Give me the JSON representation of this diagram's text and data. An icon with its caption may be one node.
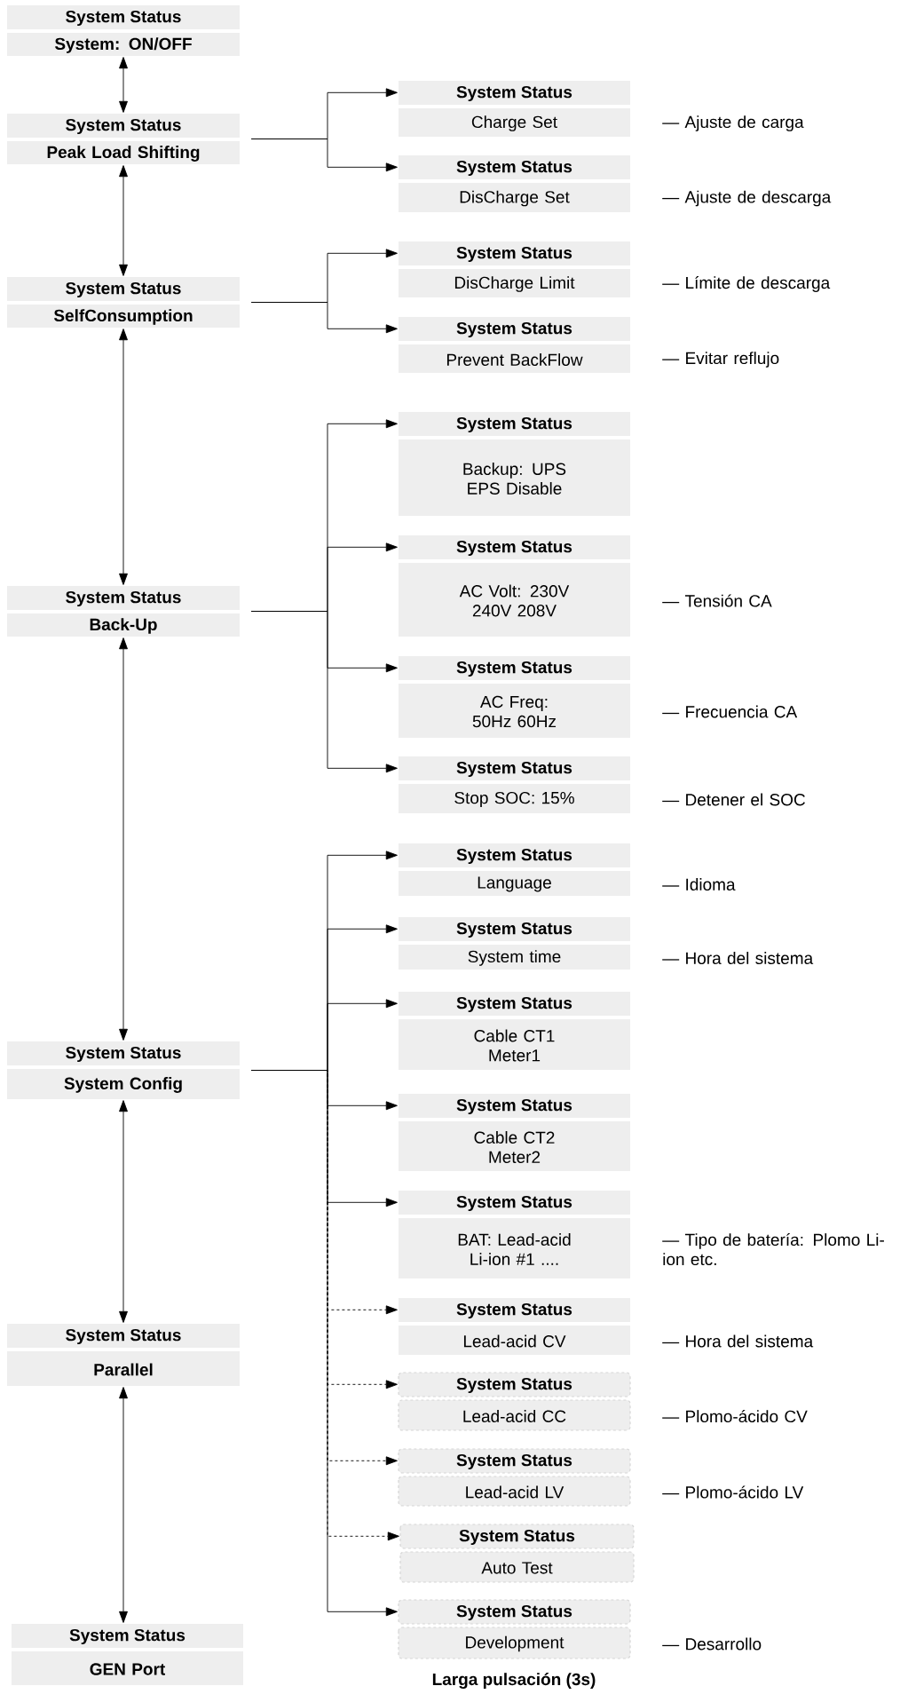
{
  "diagram": {
    "nodes": [
      {
        "text": [
          "System Status",
          "System: ON/OFF"
        ]
      },
      {
        "text": [
          "System Status",
          "Peak Load Shifting"
        ]
      },
      {
        "text": [
          "System Status",
          "SelfConsumption"
        ]
      },
      {
        "text": [
          "System Status",
          "Back-Up"
        ]
      },
      {
        "text": [
          "System Status",
          "System Config"
        ]
      },
      {
        "text": [
          "System Status",
          "Parallel"
        ]
      },
      {
        "text": [
          "System Status",
          "GEN Port"
        ]
      },
      {
        "text": [
          "System Status",
          "Charge Set"
        ],
        "beside": [
          "— Ajuste de carga"
        ]
      },
      {
        "text": [
          "System Status",
          "DisCharge Set"
        ],
        "beside": [
          "— Ajuste de descarga"
        ]
      },
      {
        "text": [
          "System Status",
          "DisCharge Limit"
        ],
        "beside": [
          "— Límite de descarga"
        ]
      },
      {
        "text": [
          "System Status",
          "Prevent BackFlow"
        ],
        "beside": [
          "— Evitar reflujo"
        ]
      },
      {
        "text": [
          "System Status",
          "Backup: UPS EPS Disable"
        ]
      },
      {
        "text": [
          "System Status",
          "AC Volt: 230V 240V 208V"
        ],
        "beside": [
          "— Tensión CA"
        ]
      },
      {
        "text": [
          "System Status",
          "AC Freq: 50Hz 60Hz"
        ],
        "beside": [
          "— Frecuencia CA"
        ]
      },
      {
        "text": [
          "System Status",
          "Stop SOC: 15%"
        ],
        "beside": [
          "— Detener el SOC"
        ]
      },
      {
        "text": [
          "System Status",
          "Language"
        ],
        "beside": [
          "— Idioma"
        ]
      },
      {
        "text": [
          "System Status",
          "System time"
        ],
        "beside": [
          "— Hora del sistema"
        ]
      },
      {
        "text": [
          "System Status",
          "Cable CT1 Meter1"
        ]
      },
      {
        "text": [
          "System Status",
          "Cable CT2 Meter2"
        ]
      },
      {
        "text": [
          "System Status",
          "BAT: Lead-acid Li-ion #1 ...."
        ],
        "beside": [
          "— Tipo de batería: Plomo Li-ion etc."
        ]
      },
      {
        "text": [
          "System Status",
          "Lead-acid CV"
        ],
        "beside": [
          "— Hora del sistema"
        ]
      },
      {
        "text": [
          "System Status",
          "Lead-acid CC"
        ],
        "beside": [
          "— Plomo-ácido CV"
        ]
      },
      {
        "text": [
          "System Status",
          "Lead-acid LV"
        ],
        "beside": [
          "— Plomo-ácido LV"
        ]
      },
      {
        "text": [
          "System Status",
          "Auto Test"
        ]
      },
      {
        "text": [
          "System Status",
          "Development"
        ],
        "beside": [
          "— Desarrollo"
        ]
      }
    ],
    "edges": [
      {
        "from": 0,
        "to": 1,
        "arrow": "both"
      },
      {
        "from": 1,
        "to": 2,
        "arrow": "both"
      },
      {
        "from": 2,
        "to": 3,
        "arrow": "both"
      },
      {
        "from": 3,
        "to": 4,
        "arrow": "both"
      },
      {
        "from": 4,
        "to": 5,
        "arrow": "both"
      },
      {
        "from": 5,
        "to": 6,
        "arrow": "both"
      },
      {
        "from": 1,
        "to": 7,
        "arrow": "to"
      },
      {
        "from": 1,
        "to": 8,
        "arrow": "to"
      },
      {
        "from": 2,
        "to": 9,
        "arrow": "to"
      },
      {
        "from": 2,
        "to": 10,
        "arrow": "to"
      },
      {
        "from": 3,
        "to": 11,
        "arrow": "to"
      },
      {
        "from": 3,
        "to": 12,
        "arrow": "to"
      },
      {
        "from": 3,
        "to": 13,
        "arrow": "to"
      },
      {
        "from": 3,
        "to": 14,
        "arrow": "to"
      },
      {
        "from": 4,
        "to": 15,
        "arrow": "to"
      },
      {
        "from": 4,
        "to": 16,
        "arrow": "to"
      },
      {
        "from": 4,
        "to": 17,
        "arrow": "to"
      },
      {
        "from": 4,
        "to": 18,
        "arrow": "to"
      },
      {
        "from": 4,
        "to": 19,
        "arrow": "to"
      },
      {
        "from": 4,
        "to": 20,
        "arrow": "to",
        "style": "dashed"
      },
      {
        "from": 4,
        "to": 21,
        "arrow": "to",
        "style": "dashed"
      },
      {
        "from": 4,
        "to": 22,
        "arrow": "to",
        "style": "dashed"
      },
      {
        "from": 4,
        "to": 23,
        "arrow": "to",
        "style": "dashed"
      },
      {
        "from": 4,
        "to": 24,
        "arrow": "to"
      }
    ],
    "labels": [
      "Larga pulsación (3s)"
    ]
  }
}
